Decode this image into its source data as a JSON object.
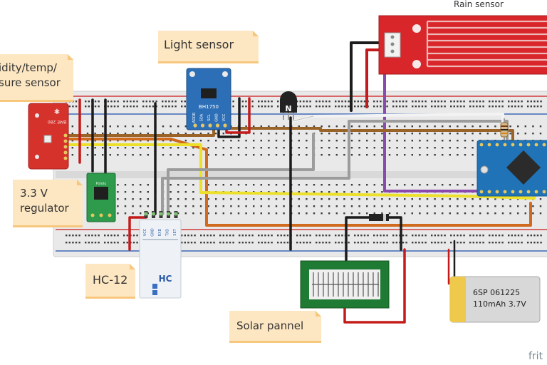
{
  "labels": {
    "humidity_sensor": [
      "idity/temp/",
      "sure sensor"
    ],
    "light_sensor": "Light sensor",
    "regulator": [
      "3.3 V",
      "regulator"
    ],
    "radio": "HC-12",
    "solar": "Solar pannel",
    "rain": "Rain sensor"
  },
  "parts": {
    "bme_chip": "BME 280",
    "bh_chip": "BH1750",
    "bh_pins": [
      "ADDR",
      "SDA",
      "SCL",
      "GND",
      "VCC"
    ],
    "npn": "N",
    "regulator_chip": "Pololu",
    "hc12_pins": [
      "VCC",
      "GND",
      "RXD",
      "TXD",
      "SET"
    ],
    "hc12_brand": "HC",
    "battery_lines": [
      "6SP 061225",
      "110mAh 3.7V"
    ],
    "watermark": "frit"
  },
  "colors": {
    "board": "#e9e9e9",
    "hole": "#3c3c3c",
    "rail_red": "#d23a3a",
    "rail_blue": "#3d68b8",
    "rail_fill": "#7cc36e",
    "wire_black": "#1c1c1c",
    "wire_red": "#c31b1b",
    "wire_yellow": "#ece02a",
    "wire_orange": "#cf6a1e",
    "wire_brown": "#9a6428",
    "wire_gray": "#9c9c9c",
    "wire_purple": "#8a49ad",
    "wire_white": "#f3f3f3",
    "label_bg": "#fde7c2",
    "label_shadow": "#f7c77d"
  }
}
